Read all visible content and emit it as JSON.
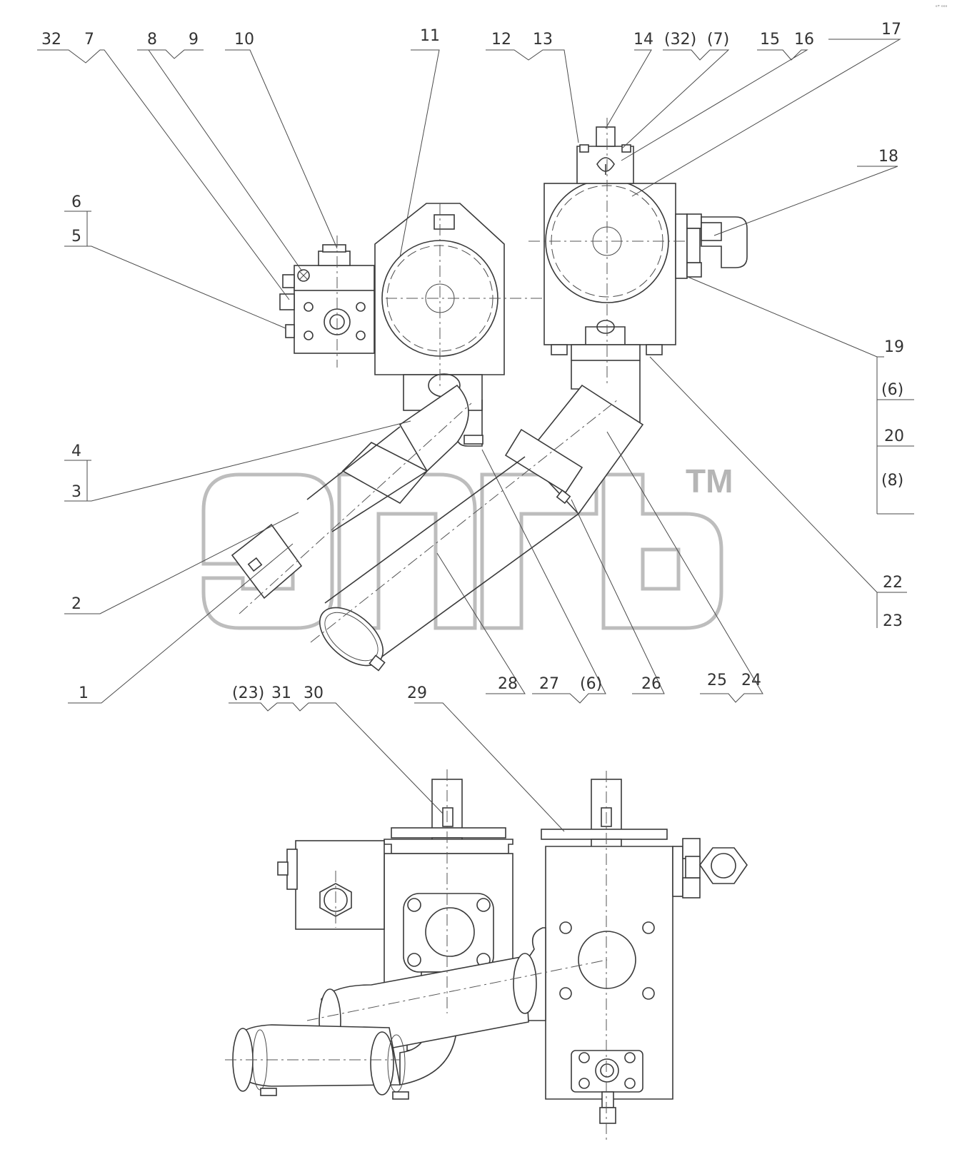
{
  "corner_mark": "ᵉᵀ ᵒᵒᵒ",
  "watermark": {
    "trademark": "TM"
  },
  "callouts": {
    "c32": "32",
    "c7": "7",
    "c8": "8",
    "c9": "9",
    "c10": "10",
    "c11": "11",
    "c12": "12",
    "c13": "13",
    "c14": "14",
    "c32p": "(32)",
    "c7p": "(7)",
    "c15": "15",
    "c16": "16",
    "c17": "17",
    "c18": "18",
    "c6": "6",
    "c5": "5",
    "c4": "4",
    "c3": "3",
    "c2": "2",
    "c1": "1",
    "c19": "19",
    "c6p_a": "(6)",
    "c20": "20",
    "c8p": "(8)",
    "c22": "22",
    "c23": "23",
    "c28": "28",
    "c27": "27",
    "c6p_b": "(6)",
    "c26": "26",
    "c25": "25",
    "c24": "24",
    "c23p": "(23)",
    "c31": "31",
    "c30": "30",
    "c29": "29"
  }
}
